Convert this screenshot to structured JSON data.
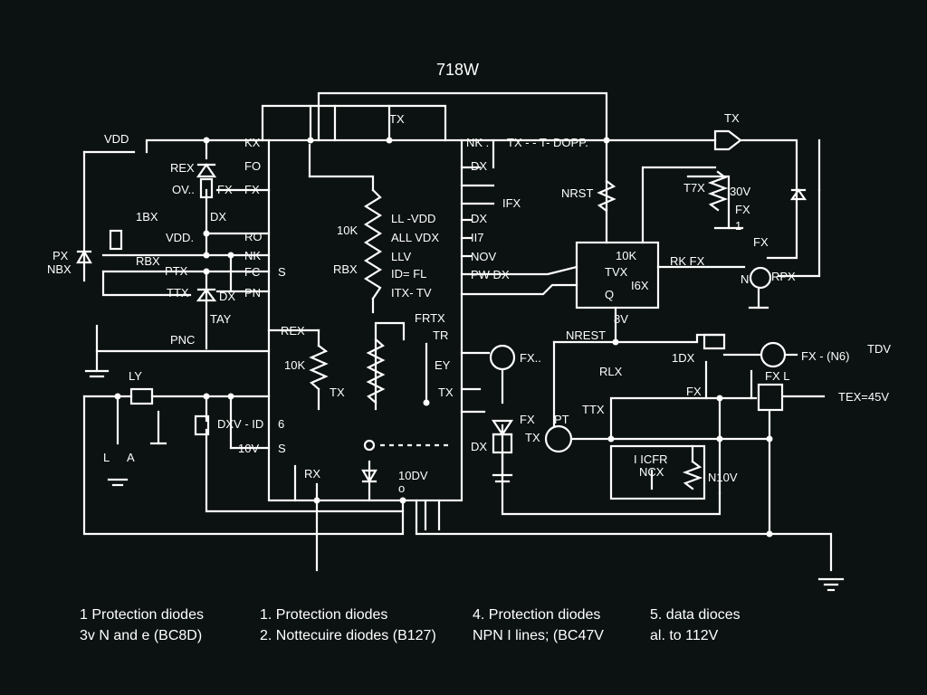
{
  "title": "718W",
  "labels": {
    "vdd_top": "VDD",
    "rex_1": "REX",
    "ov_fx": "OV..",
    "fx_1": "FX",
    "bx_1": "1BX",
    "dx_1": "DX",
    "vdd_2": "VDD.",
    "px_left": "PX",
    "nbx": "NBX",
    "rbx": "RBX",
    "ptx": "PTX",
    "ttx": "TTX",
    "dx_2": "DX",
    "tay": "TAY",
    "pnc": "PNC",
    "ly": "LY",
    "la_l": "L",
    "la_a": "A",
    "dxv": "DXV - ID",
    "v10": "10V",
    "ic_kx": "KX",
    "ic_fo": "FO",
    "ic_fx": "FX",
    "ic_ro": "RO",
    "ic_nk": "NK",
    "ic_fc": "FC",
    "ic_pn": "PN",
    "ic_6": "6",
    "ic_s1": "S",
    "ic_s2": "S",
    "k10_1": "10K",
    "rbx_2": "RBX",
    "ll_vdd": "LL  -VDD",
    "all_vdx": "ALL VDX",
    "llv": "LLV",
    "id_fl": "ID= FL",
    "itx_tv": "ITX- TV",
    "rex_2": "REX",
    "k10_2": "10K",
    "tx_1": "TX",
    "frtx": "FRTX",
    "tr": "TR",
    "ey": "EY",
    "tx_2": "TX",
    "rx_1": "RX",
    "odv": "10DV",
    "o_lbl": "o",
    "tx_top": "TX",
    "nk_dot": "NK .",
    "tx_dopp": "TX - - T- DOPP.",
    "dx_3": "DX",
    "ifx": "IFX",
    "dx_4": "DX",
    "iiz": "II7",
    "nov": "NOV",
    "pw_dx": "PW DX",
    "nrst_1": "NRST",
    "k10_3": "10K",
    "tvx": "TVX",
    "q_lbl": "Q",
    "tbx": "I6X",
    "v8": "8V",
    "rk_fx": "RK  FX",
    "tx_right": "TX",
    "t7x": "T7X",
    "v30": "30V",
    "fx_r1": "FX",
    "one": "1",
    "fx_r2": "FX",
    "n_lbl": "N",
    "rpx": "RPX",
    "fx_mid": "FX..",
    "nrest": "NREST",
    "rlx": "RLX",
    "ldx": "1DX",
    "fx_3": "FX",
    "ttx_2": "TTX",
    "fx_4": "FX",
    "tx_3": "TX",
    "pt": "PT",
    "icfr": "I ICFR",
    "ncx": "NCX",
    "nl0v": "N10V",
    "fx_n6": "FX -  (N6)",
    "tdv": "TDV",
    "fxl": "FX L",
    "tex": "TEX=45V"
  },
  "legend": [
    {
      "line1": "1 Protection diodes",
      "line2": "3v N and e (BC8D)"
    },
    {
      "line1": "1.  Protection diodes",
      "line2": "2. Nottecuire diodes (B127)"
    },
    {
      "line1": "4. Protection diodes",
      "line2": "NPN I lines; (BC47V"
    },
    {
      "line1": "5.  data dioces",
      "line2": "al. to 112V"
    }
  ]
}
